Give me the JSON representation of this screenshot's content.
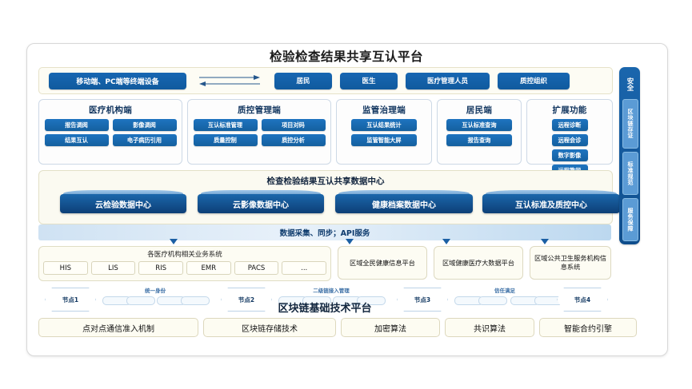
{
  "title": "检验检查结果共享互认平台",
  "user_band": {
    "terminal": "移动端、PC端等终端设备",
    "arrow_icon": "bidirectional-arrow-icon",
    "roles": [
      "居民",
      "医生",
      "医疗管理人员",
      "质控组织"
    ]
  },
  "modules": [
    {
      "title": "医疗机构端",
      "items": [
        "报告调阅",
        "影像调阅",
        "结果互认",
        "电子病历引用"
      ]
    },
    {
      "title": "质控管理端",
      "items": [
        "互认标准管理",
        "项目对码",
        "质量控制",
        "质控分析"
      ]
    },
    {
      "title": "监管治理端",
      "items": [
        "互认结果统计",
        "监管智能大屏"
      ]
    },
    {
      "title": "居民端",
      "items": [
        "互认标准查询",
        "报告查询"
      ]
    },
    {
      "title": "扩展功能",
      "items": [
        "远程诊断",
        "远程会诊",
        "数字影像",
        "远程教学"
      ]
    }
  ],
  "data_center": {
    "title": "检查检验结果互认共享数据中心",
    "centers": [
      "云检验数据中心",
      "云影像数据中心",
      "健康档案数据中心",
      "互认标准及质控中心"
    ]
  },
  "api_band": {
    "label": "数据采集、同步；API服务"
  },
  "systems": {
    "hospital_group_title": "各医疗机构相关业务系统",
    "hospital_systems": [
      "HIS",
      "LIS",
      "RIS",
      "EMR",
      "PACS",
      "..."
    ],
    "regional_platforms": [
      "区域全民健康信息平台",
      "区域健康医疗大数据平台",
      "区域公共卫生服务机构信息系统"
    ]
  },
  "blockchain": {
    "title": "区块链基础技术平台",
    "nodes": [
      "节点1",
      "节点2",
      "节点3",
      "节点4"
    ],
    "link_labels": [
      "统一身份",
      "二级链接入管理",
      "信任满足"
    ],
    "tech": [
      "点对点通信准入机制",
      "区块链存储技术",
      "加密算法",
      "共识算法",
      "智能合约引擎"
    ]
  },
  "sidebar": {
    "header": "安全",
    "items": [
      "区块链存证",
      "标准规范",
      "服务保障"
    ]
  },
  "colors": {
    "primary_blue": "#1767b2",
    "deep_blue": "#0d3f77",
    "cream": "#fdfcf4",
    "accent_light_blue": "#5b9bd5"
  }
}
